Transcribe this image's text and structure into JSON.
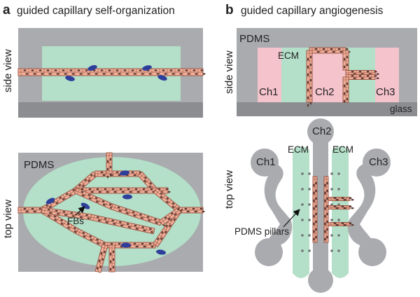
{
  "panel_a": {
    "letter": "a",
    "title": "guided capillary self-organization",
    "side_view_label": "side view",
    "top_view_label": "top view",
    "pdms_label": "PDMS",
    "fbs_label": "FBs"
  },
  "panel_b": {
    "letter": "b",
    "title": "guided capillary angiogenesis",
    "side_view_label": "side view",
    "top_view_label": "top view",
    "pdms_label": "PDMS",
    "ecm_label": "ECM",
    "glass_label": "glass",
    "ch1": "Ch1",
    "ch2": "Ch2",
    "ch3": "Ch3",
    "top_ecm_left": "ECM",
    "top_ecm_right": "ECM",
    "pillars_label": "PDMS pillars"
  },
  "colors": {
    "pdms_gray": "#a9abae",
    "ecm_green": "#b4dfc8",
    "channel_pink": "#f5c3cb",
    "vessel_fill": "#f2b09a",
    "vessel_stroke": "#9c5a48",
    "nucleus": "#5d3a33",
    "fibroblast_blue": "#2e3f9b",
    "glass_dark": "#8b8d90"
  }
}
